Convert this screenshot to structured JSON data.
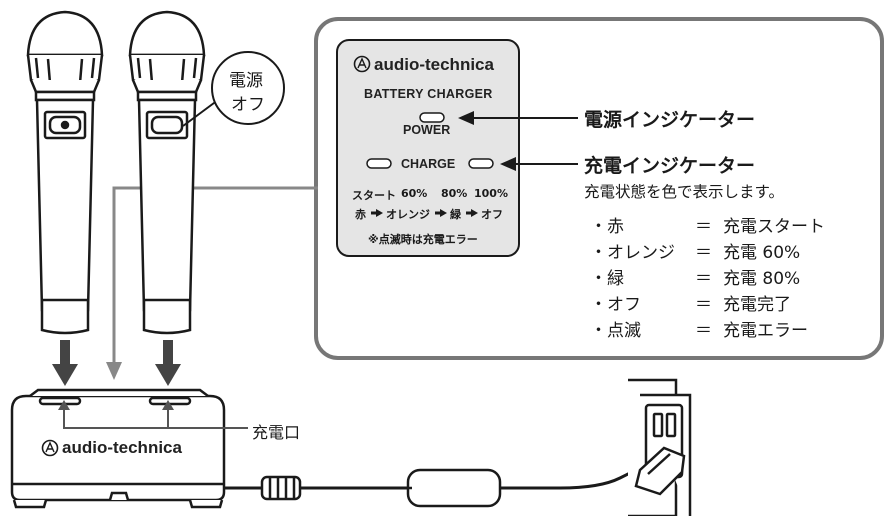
{
  "brand": "audio-technica",
  "panel": {
    "title": "BATTERY CHARGER",
    "power_label": "POWER",
    "charge_label": "CHARGE",
    "stage_top": [
      "スタート",
      "60%",
      "80%",
      "100%"
    ],
    "stage_bottom": [
      "赤",
      "オレンジ",
      "緑",
      "オフ"
    ],
    "blink_note": "※点滅時は充電エラー"
  },
  "mic_callout": [
    "電源",
    "オフ"
  ],
  "power_indicator_label": "電源インジケーター",
  "charge_indicator_label": "充電インジケーター",
  "charge_indicator_desc": "充電状態を色で表示します。",
  "legend": [
    {
      "bullet": "・",
      "color": "赤",
      "eq": "＝",
      "meaning": "充電スタート"
    },
    {
      "bullet": "・",
      "color": "オレンジ",
      "eq": "＝",
      "meaning": "充電 60%"
    },
    {
      "bullet": "・",
      "color": "緑",
      "eq": "＝",
      "meaning": "充電 80%"
    },
    {
      "bullet": "・",
      "color": "オフ",
      "eq": "＝",
      "meaning": "充電完了"
    },
    {
      "bullet": "・",
      "color": "点滅",
      "eq": "＝",
      "meaning": "充電エラー"
    }
  ],
  "port_label": "充電口",
  "colors": {
    "panel_fill": "#e5e5e5",
    "outline": "#1a1a1a",
    "callout_frame": "#777777",
    "arrow_gray": "#666666"
  }
}
